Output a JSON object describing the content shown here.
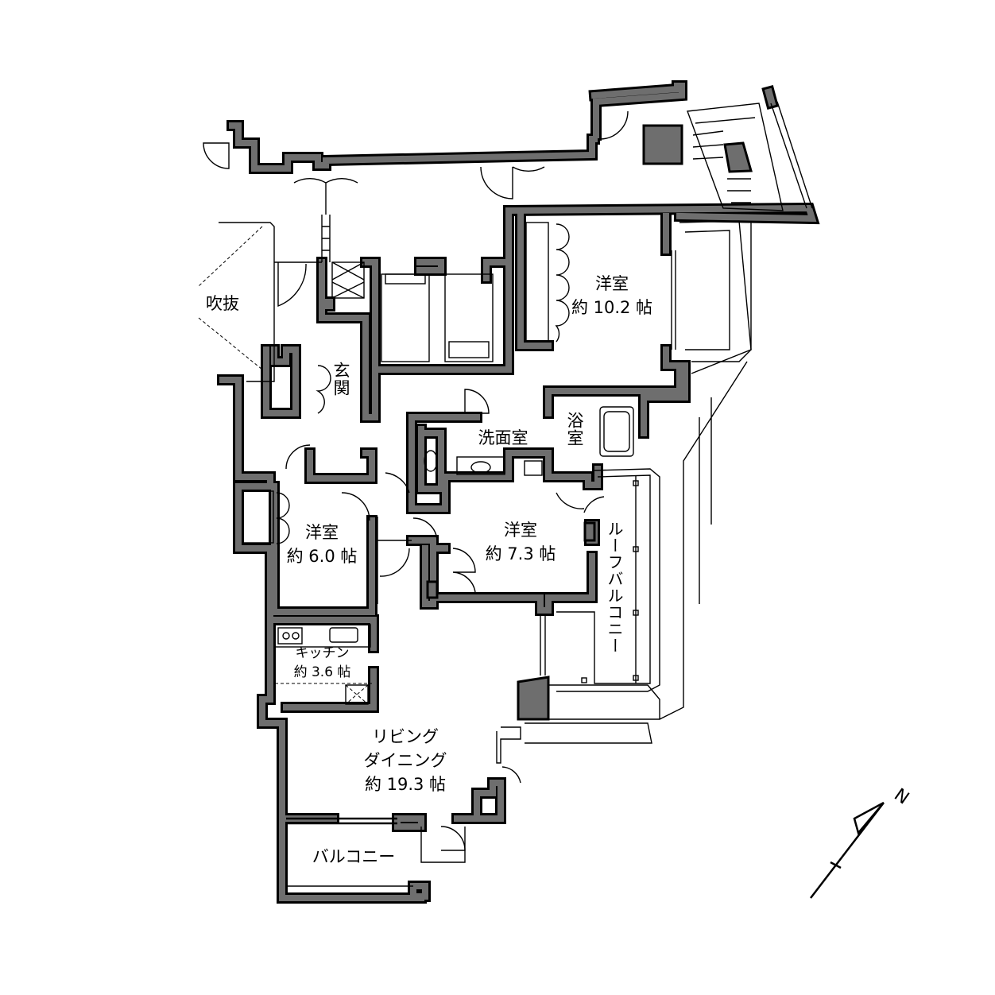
{
  "rooms": {
    "western_room_1": {
      "name": "洋室",
      "size": "約 10.2 帖"
    },
    "void": {
      "name": "吹抜"
    },
    "entrance": {
      "name": "玄\n関"
    },
    "bathroom": {
      "name": "浴\n室"
    },
    "washroom": {
      "name": "洗面室"
    },
    "western_room_2": {
      "name": "洋室",
      "size": "約 6.0 帖"
    },
    "western_room_3": {
      "name": "洋室",
      "size": "約 7.3 帖"
    },
    "roof_balcony": {
      "name": "ルーフバルコニー"
    },
    "kitchen": {
      "name": "キッチン",
      "size": "約 3.6 帖"
    },
    "living_dining": {
      "name1": "リビング",
      "name2": "ダイニング",
      "size": "約 19.3 帖"
    },
    "balcony": {
      "name": "バルコニー"
    }
  },
  "compass": {
    "label": "N"
  },
  "colors": {
    "wall": "#6e6e6e",
    "line": "#000000"
  }
}
